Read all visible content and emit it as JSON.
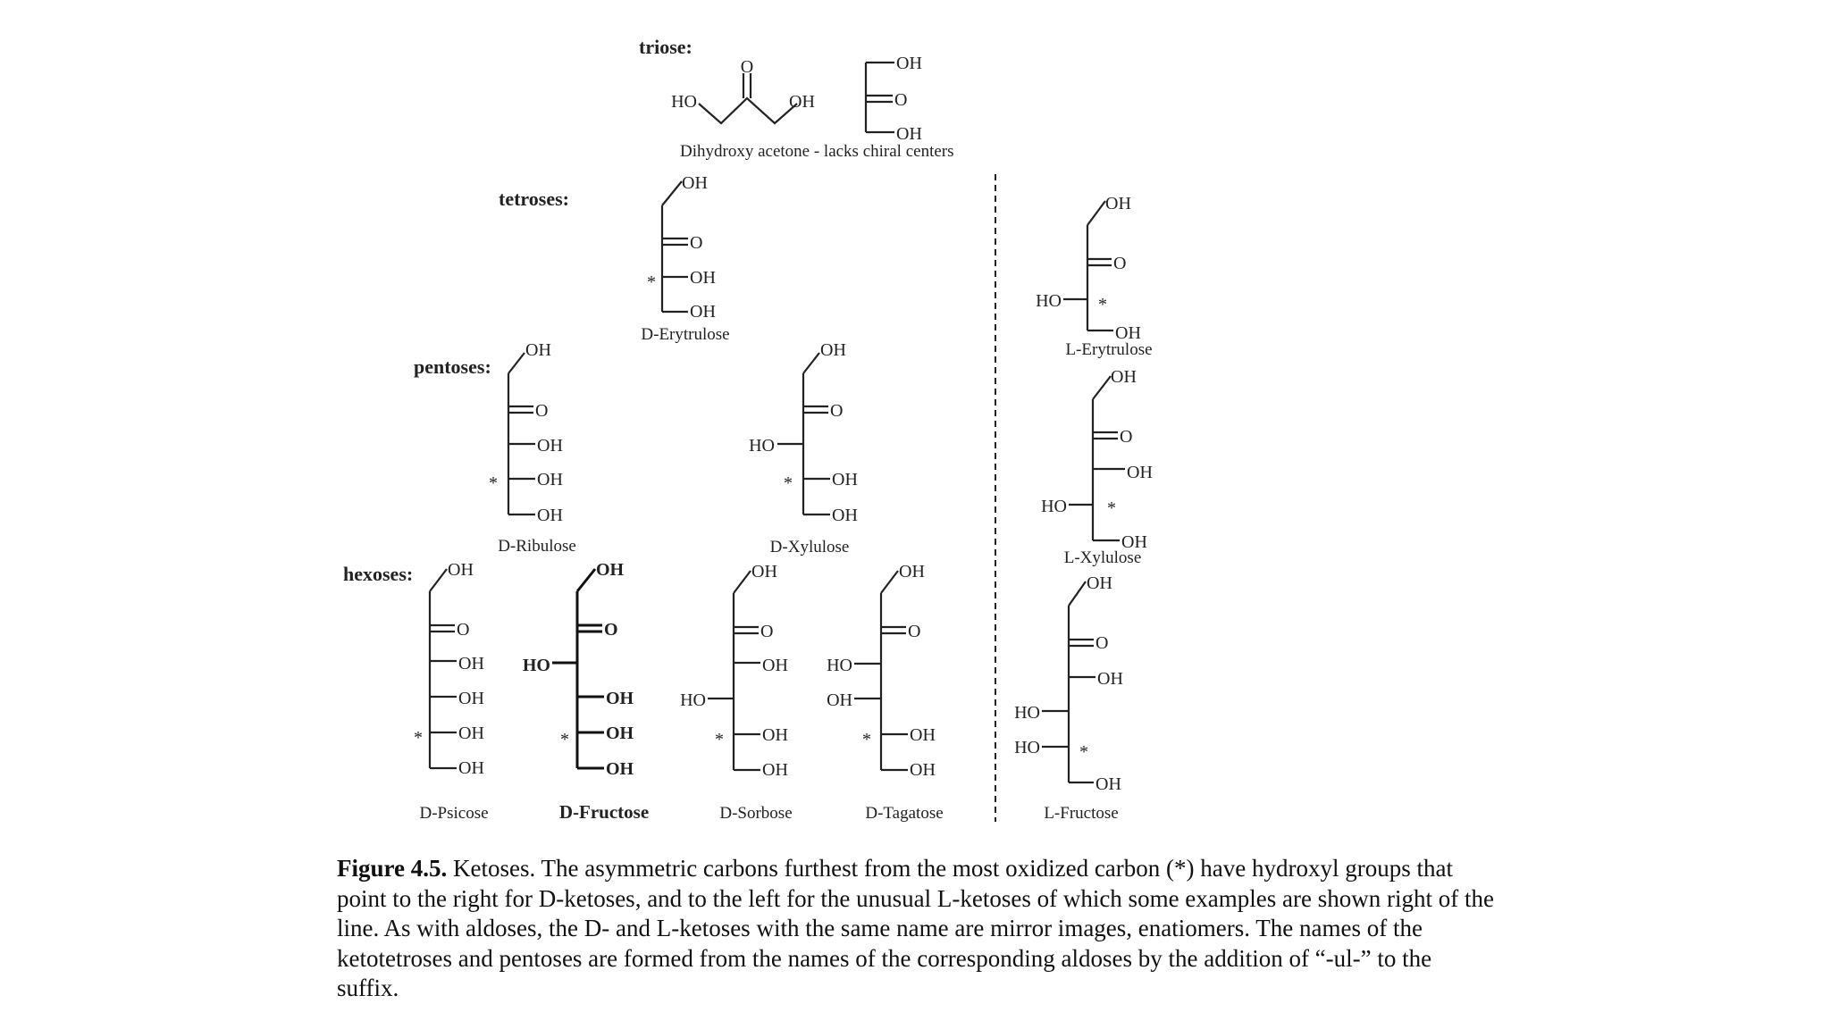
{
  "sections": {
    "triose": "triose:",
    "tetroses": "tetroses:",
    "pentoses": "pentoses:",
    "hexoses": "hexoses:"
  },
  "groups": {
    "oh": "OH",
    "ho": "HO",
    "o": "O",
    "star": "*"
  },
  "names": {
    "dihydroxyacetone": "Dihydroxy acetone - lacks chiral centers",
    "d_erytrulose": "D-Erytrulose",
    "l_erytrulose": "L-Erytrulose",
    "d_ribulose": "D-Ribulose",
    "d_xylulose": "D-Xylulose",
    "l_xylulose": "L-Xylulose",
    "d_psicose": "D-Psicose",
    "d_fructose": "D-Fructose",
    "d_sorbose": "D-Sorbose",
    "d_tagatose": "D-Tagatose",
    "l_fructose": "L-Fructose"
  },
  "caption": {
    "label": "Figure 4.5.",
    "t1": " Ketoses. The asymmetric carbons furthest from the most oxidized carbon (*) have hydroxyl groups that point to the right for ",
    "d1": "D",
    "t2": "-ketoses, and to the left for the unusual ",
    "l1": "L",
    "t3": "-ketoses of which some examples are shown right of the line. As with aldoses, the ",
    "d2": "D",
    "t4": "- and ",
    "l2": "L",
    "t5": "-ketoses with the same name are mirror images, enatiomers. The names of the ketotetroses and pentoses are formed from the names of the corresponding aldoses by the addition of “-ul-” to the suffix."
  }
}
